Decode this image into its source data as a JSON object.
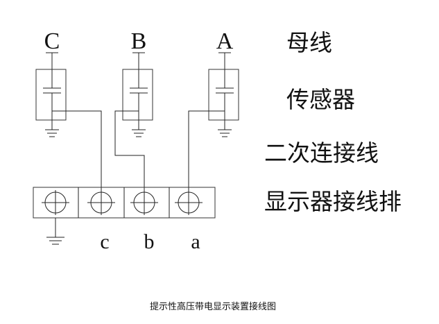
{
  "phases": [
    "C",
    "B",
    "A"
  ],
  "terminals": [
    "c",
    "b",
    "a"
  ],
  "labels": {
    "busbar": "母线",
    "sensor": "传感器",
    "secondary_wiring": "二次连接线",
    "display_terminal_row": "显示器接线排"
  },
  "caption": "提示性高压带电显示装置接线图"
}
